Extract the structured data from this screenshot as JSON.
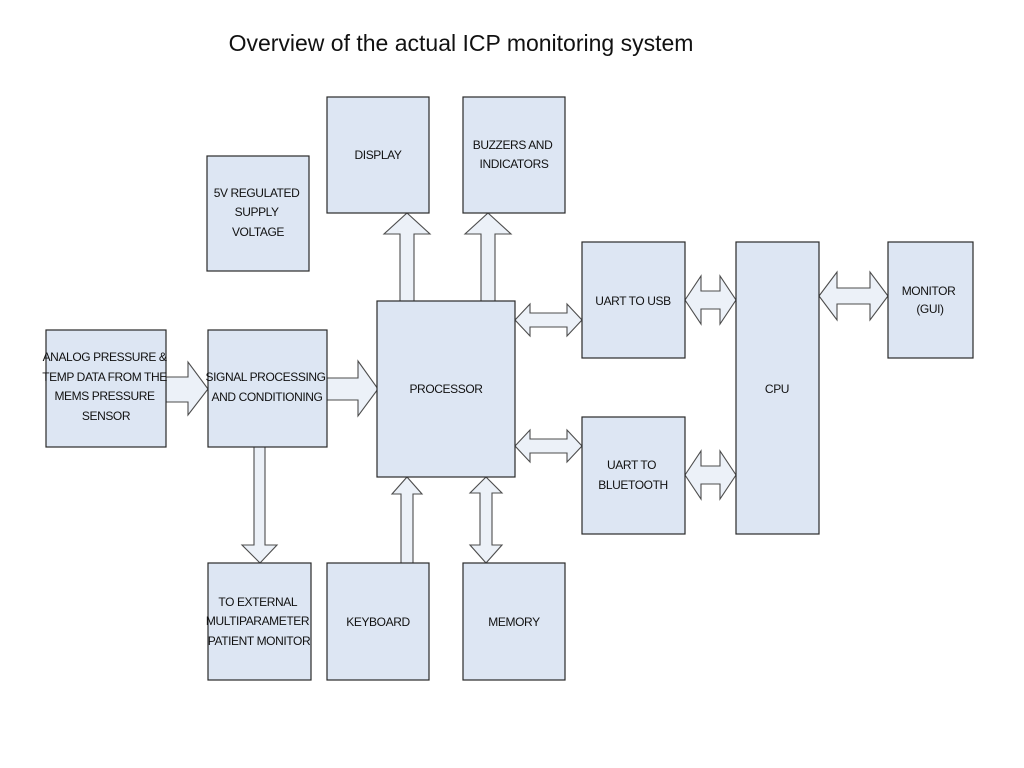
{
  "title": "Overview of the actual ICP monitoring system",
  "colors": {
    "box_fill": "#dde6f3",
    "box_stroke": "#2a2a2a",
    "arrow_fill": "#ecf1f8"
  },
  "blocks": {
    "display": [
      "DISPLAY"
    ],
    "buzzers": [
      "BUZZERS AND",
      "INDICATORS"
    ],
    "supply": [
      "5V REGULATED",
      "SUPPLY",
      "VOLTAGE"
    ],
    "analog": [
      "ANALOG PRESSURE &",
      "TEMP DATA FROM THE",
      "MEMS PRESSURE",
      "SENSOR"
    ],
    "signal": [
      "SIGNAL PROCESSING",
      "AND CONDITIONING"
    ],
    "processor": [
      "PROCESSOR"
    ],
    "uart_usb": [
      "UART TO USB"
    ],
    "uart_bt": [
      "UART TO",
      "BLUETOOTH"
    ],
    "cpu": [
      "CPU"
    ],
    "monitor": [
      "MONITOR",
      "(GUI)"
    ],
    "external": [
      "TO EXTERNAL",
      "MULTIPARAMETER",
      "PATIENT MONITOR"
    ],
    "keyboard": [
      "KEYBOARD"
    ],
    "memory": [
      "MEMORY"
    ]
  }
}
